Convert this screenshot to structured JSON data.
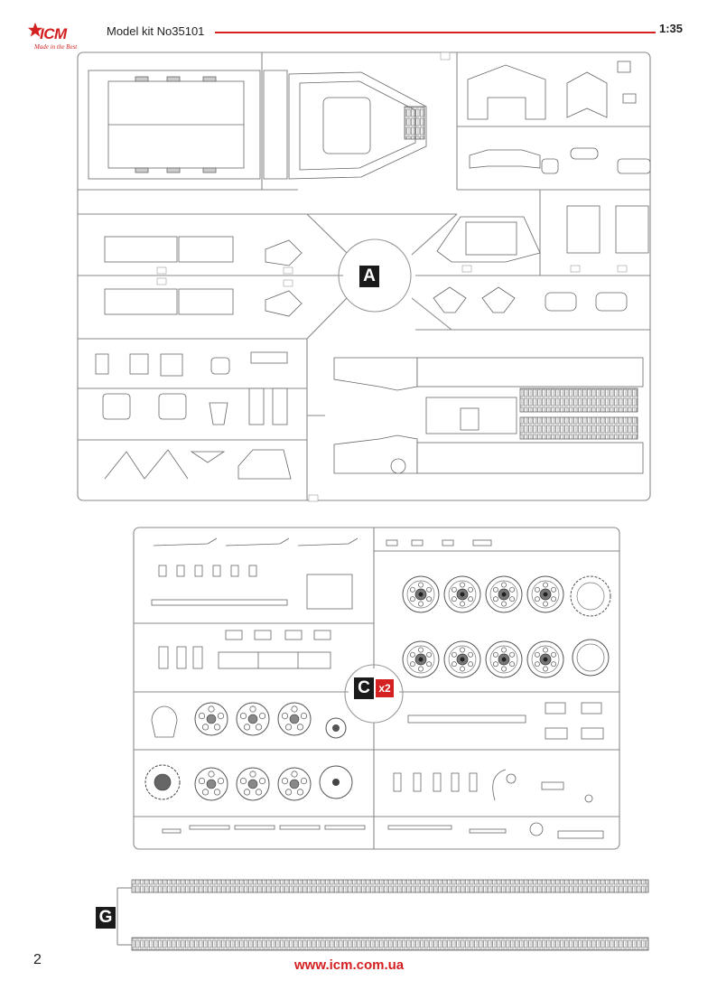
{
  "header": {
    "brand": "ICM",
    "tagline": "Made in the Best",
    "kit_label": "Model kit No35101",
    "scale": "1:35"
  },
  "sprues": {
    "a": {
      "letter": "A"
    },
    "c": {
      "letter": "C",
      "multiplier": "x2"
    },
    "g": {
      "letter": "G"
    }
  },
  "footer": {
    "page_number": "2",
    "website": "www.icm.com.ua"
  },
  "colors": {
    "accent": "#d42020",
    "ink": "#1a1a1a",
    "line": "#8a8a8a"
  }
}
